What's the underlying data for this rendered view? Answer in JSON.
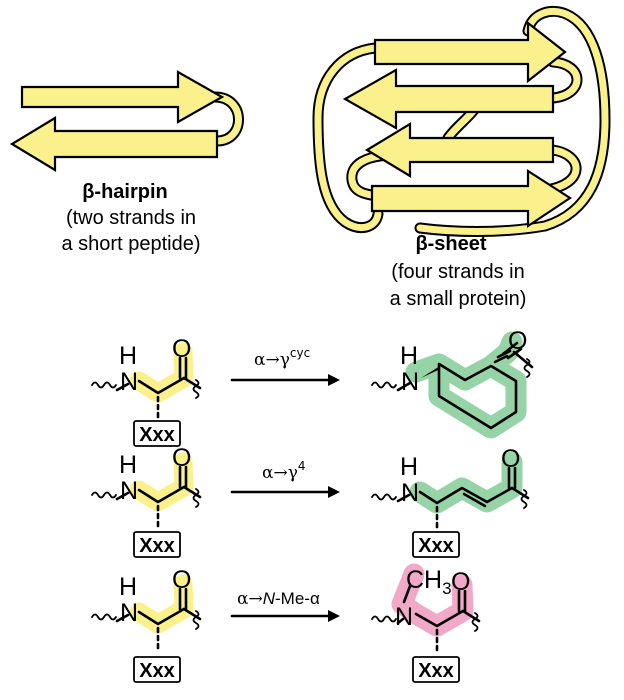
{
  "hairpin": {
    "title": "β-hairpin",
    "desc_line1": "(two strands in",
    "desc_line2": "a short peptide)"
  },
  "sheet": {
    "title": "β-sheet",
    "desc_line1": "(four strands in",
    "desc_line2": "a small protein)"
  },
  "structures": {
    "n": "N",
    "h": "H",
    "o": "O",
    "xxx": "Xxx",
    "ch3_c": "CH",
    "ch3_sub": "3"
  },
  "reactions": [
    {
      "from": "α",
      "arrow": "→",
      "to": "γ",
      "sup": "cyc"
    },
    {
      "from": "α",
      "arrow": "→",
      "to": "γ",
      "sup": "4"
    },
    {
      "from": "α",
      "arrow": "→",
      "to_italic": "N",
      "to_rest": "-Me-α"
    }
  ],
  "colors": {
    "strand": "#FBF18C",
    "highlight_yellow": "#FBF18C",
    "highlight_green": "#96D3A6",
    "highlight_pink": "#F2A8C9"
  }
}
